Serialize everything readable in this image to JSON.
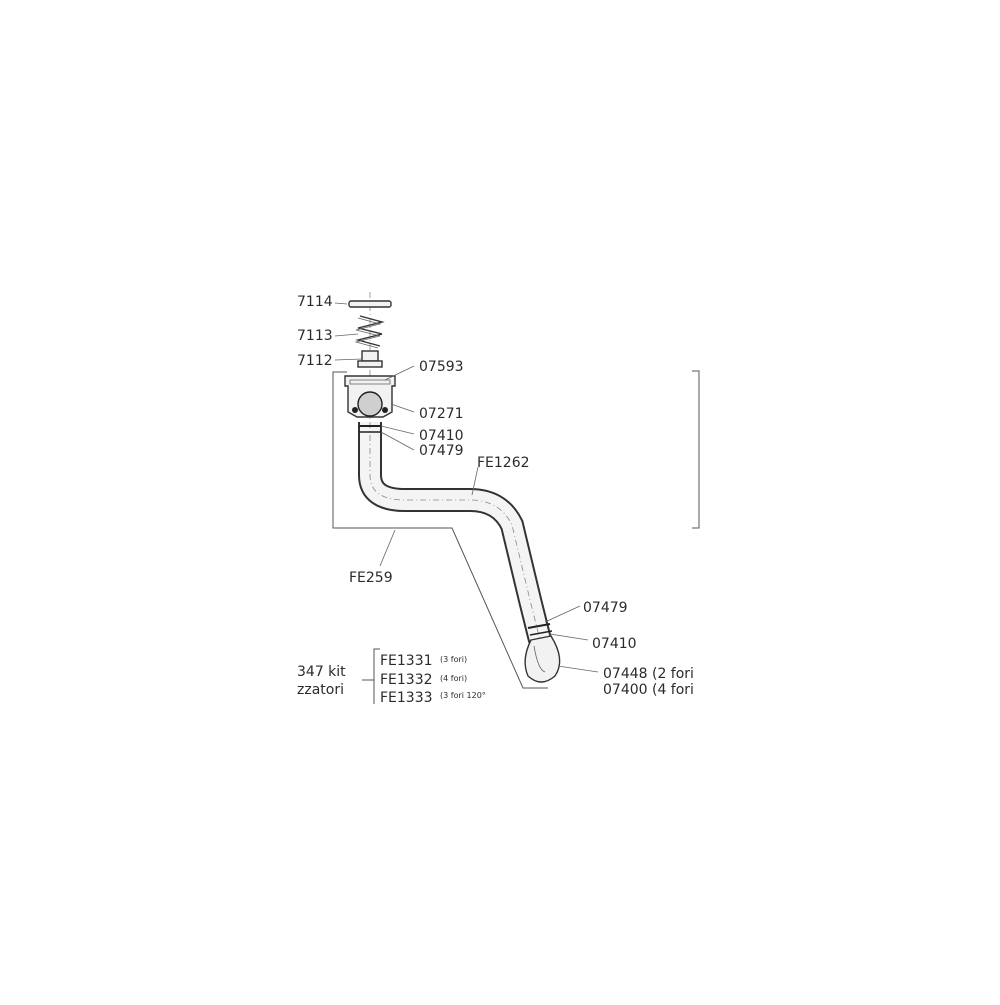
{
  "labels": {
    "l7114": "7114",
    "l7113": "7113",
    "l7112": "7112",
    "l07593": "07593",
    "l07271": "07271",
    "l07410_top": "07410",
    "l07479_top": "07479",
    "lFE1262": "FE1262",
    "lFE259": "FE259",
    "l07479_bottom": "07479",
    "l07410_bottom": "07410",
    "l07448": "07448 (2 fori",
    "l07400": "07400 (4 fori",
    "kit_line1": "347 kit",
    "kit_line2": "zzatori",
    "fe1331": "FE1331",
    "fe1331_note": "(3 fori)",
    "fe1332": "FE1332",
    "fe1332_note": "(4 fori)",
    "fe1333": "FE1333",
    "fe1333_note": "(3 fori 120°"
  }
}
